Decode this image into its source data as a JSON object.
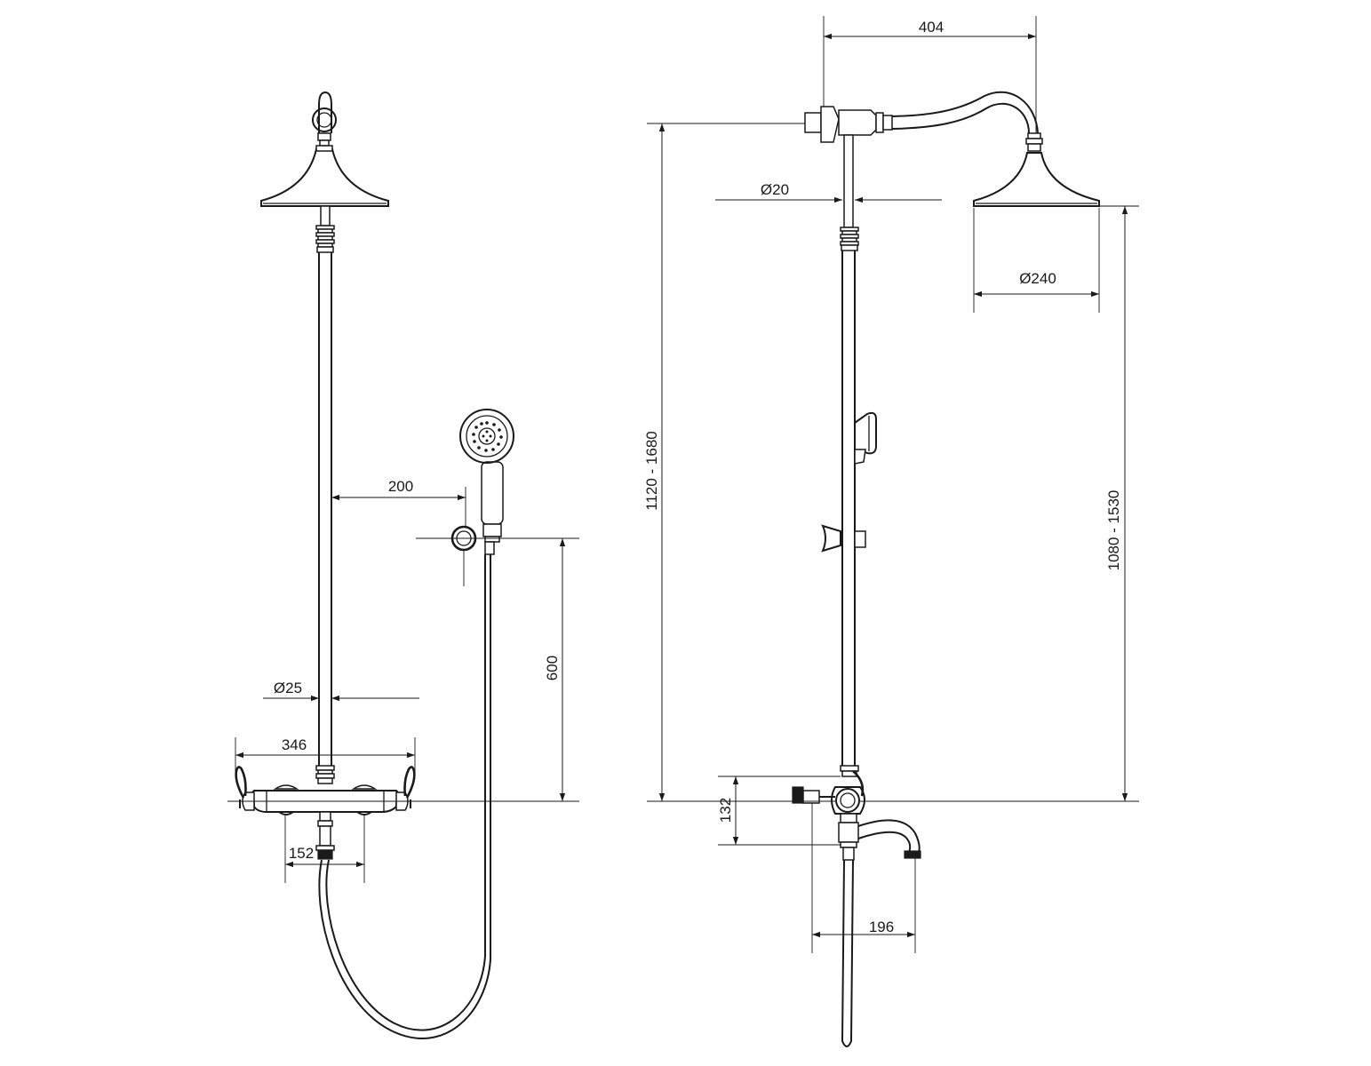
{
  "dimensions": {
    "front_width_404": "404",
    "dia_20": "Ø20",
    "dia_240": "Ø240",
    "dia_25": "Ø25",
    "offset_200": "200",
    "height_600": "600",
    "width_346": "346",
    "spacing_152": "152",
    "height_1120_1680": "1120 - 1680",
    "height_1080_1530": "1080 - 1530",
    "height_132": "132",
    "spout_196": "196"
  }
}
